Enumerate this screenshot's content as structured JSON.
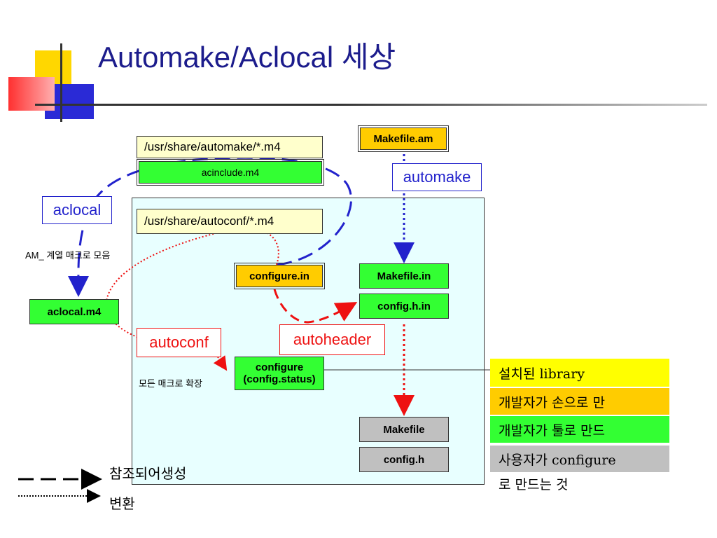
{
  "slide": {
    "title": "Automake/Aclocal 세상"
  },
  "paths": {
    "automake_m4": "/usr/share/automake/*.m4",
    "autoconf_m4": "/usr/share/autoconf/*.m4"
  },
  "files": {
    "acinclude": "acinclude.m4",
    "makefile_am": "Makefile.am",
    "configure_in": "configure.in",
    "makefile_in": "Makefile.in",
    "config_h_in": "config.h.in",
    "aclocal_m4": "aclocal.m4",
    "configure_line1": "configure",
    "configure_line2": "(config.status)",
    "makefile": "Makefile",
    "config_h": "config.h"
  },
  "tools": {
    "automake": "automake",
    "aclocal": "aclocal",
    "autoconf": "autoconf",
    "autoheader": "autoheader"
  },
  "notes": {
    "am_macros": "AM_ 계열 매크로 모음",
    "all_macros": "모든 매크로 확장"
  },
  "legend": {
    "installed": "설치된 library",
    "by_hand": "개발자가 손으로 만",
    "by_tool": "개발자가 툴로 만드",
    "by_configure_line1": "사용자가 configure",
    "by_configure_line2": "로 만드는 것",
    "dashed": "참조되어생성",
    "dotted": "변환"
  },
  "colors": {
    "title": "#1c1c8c",
    "green": "#33ff33",
    "orange": "#ffcc00",
    "yellow": "#ffff00",
    "gray": "#c0c0c0",
    "panel": "#e8ffff",
    "blue_arrow": "#2222cc",
    "red_arrow": "#ee1111"
  }
}
